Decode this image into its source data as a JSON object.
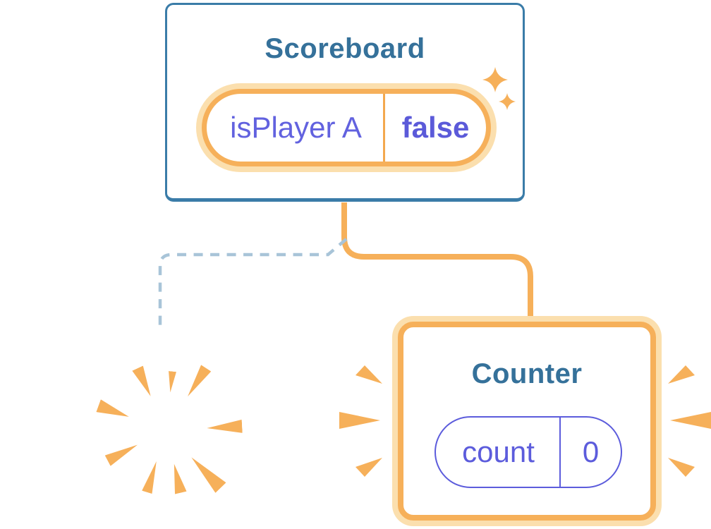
{
  "illustration": {
    "kind": "react-state-tree-diagram",
    "scoreboard_card": {
      "title": "Scoreboard",
      "state_pill": {
        "label": "isPlayer A",
        "value": "false"
      }
    },
    "counter_card": {
      "title": "Counter",
      "state_pill": {
        "label": "count",
        "value": "0"
      }
    }
  },
  "icons": {
    "sparkle": "sparkle-icon",
    "poof_burst": "burst-rays-icon",
    "emphasis": "emphasis-rays-icon"
  },
  "colors": {
    "accent_orange": "#F6B05A",
    "orange_glow": "#FBDFAE",
    "card_border_blue": "#3A7CA8",
    "title_blue": "#35719A",
    "state_purple": "#5C5CDC",
    "dashed_connector_blue": "#A8C4D8",
    "background": "#FFFFFF"
  }
}
